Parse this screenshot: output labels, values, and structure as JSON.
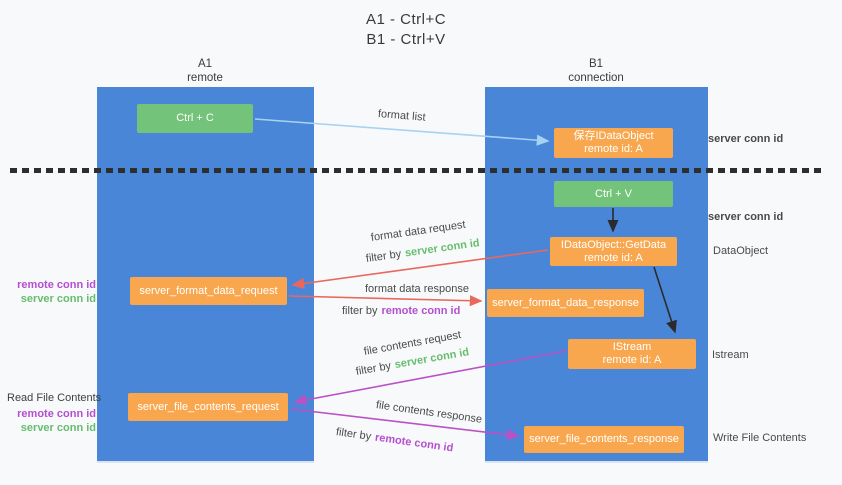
{
  "title": {
    "line1": "A1 - Ctrl+C",
    "line2": "B1 - Ctrl+V"
  },
  "lanes": {
    "left": {
      "name": "A1",
      "role": "remote"
    },
    "right": {
      "name": "B1",
      "role": "connection"
    }
  },
  "nodes": {
    "ctrl_c": "Ctrl + C",
    "save_idataobject": {
      "line1": "保存IDataObject",
      "line2": "remote id: A"
    },
    "ctrl_v": "Ctrl + V",
    "getdata": {
      "line1": "IDataObject::GetData",
      "line2": "remote id: A"
    },
    "format_request": "server_format_data_request",
    "format_response": "server_format_data_response",
    "istream": {
      "line1": "IStream",
      "line2": "remote id: A"
    },
    "file_request": "server_file_contents_request",
    "file_response": "server_file_contents_response"
  },
  "edge_labels": {
    "format_list": "format list",
    "format_data_request": "format data request",
    "format_data_response": "format data response",
    "file_contents_request": "file contents request",
    "file_contents_response": "file contents response",
    "filter_by": "filter by",
    "server_conn_id": "server conn id",
    "remote_conn_id": "remote conn id"
  },
  "side_labels": {
    "server_conn_id_right_top": "server conn id",
    "server_conn_id_right_mid": "server conn id",
    "dataobject": "DataObject",
    "istream": "Istream",
    "write_file_contents": "Write File Contents",
    "read_file_contents": "Read File Contents",
    "remote_conn_id_left_top": "remote conn id",
    "server_conn_id_left_top": "server conn id",
    "remote_conn_id_left_bottom": "remote conn id",
    "server_conn_id_left_bottom": "server conn id"
  },
  "colors": {
    "lane_blue": "#4a86d8",
    "box_green": "#74c37a",
    "box_orange": "#f9a74e",
    "arrow_red": "#e8685e",
    "arrow_purple": "#ba52c5",
    "arrow_lightblue": "#a6d3f2",
    "arrow_black": "#2b2b2b",
    "text_green": "#67bd6d",
    "text_purple": "#b44fd0",
    "background": "#f8f9fb"
  }
}
